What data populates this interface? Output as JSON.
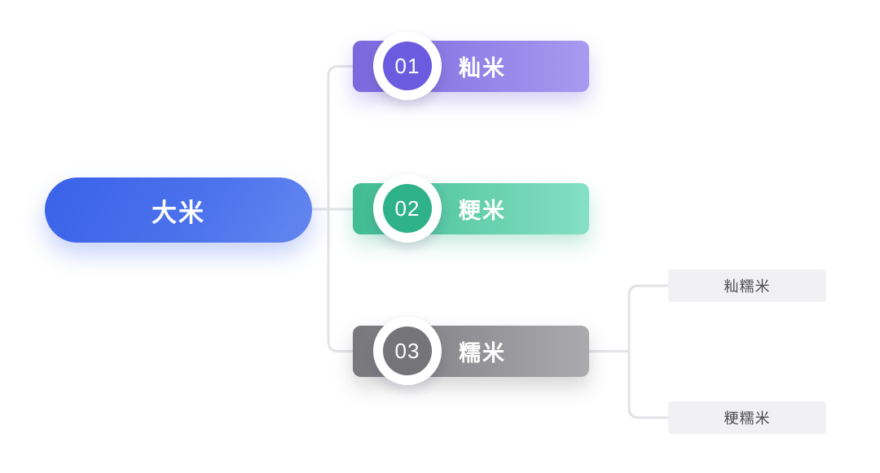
{
  "diagram": {
    "title_hint": "rice-types-mindmap",
    "root": {
      "label": "大米",
      "gradient_start": "#3a62e8",
      "gradient_end": "#6487ef",
      "text_color": "#ffffff"
    },
    "branches": [
      {
        "number": "01",
        "label": "籼米",
        "gradient_start": "#7b68de",
        "gradient_end": "#a89af0",
        "badge_color": "#6b5bdf",
        "children": []
      },
      {
        "number": "02",
        "label": "粳米",
        "gradient_start": "#41bc92",
        "gradient_end": "#85e0c3",
        "badge_color": "#2fb287",
        "children": []
      },
      {
        "number": "03",
        "label": "糯米",
        "gradient_start": "#77777c",
        "gradient_end": "#ababaf",
        "badge_color": "#747479",
        "children": [
          {
            "label": "籼糯米"
          },
          {
            "label": "粳糯米"
          }
        ]
      }
    ],
    "connector_color": "#e3e3e7",
    "child_node_background": "#f1f1f3",
    "child_node_text_color": "#4f4f52",
    "background_color": "#ffffff"
  }
}
